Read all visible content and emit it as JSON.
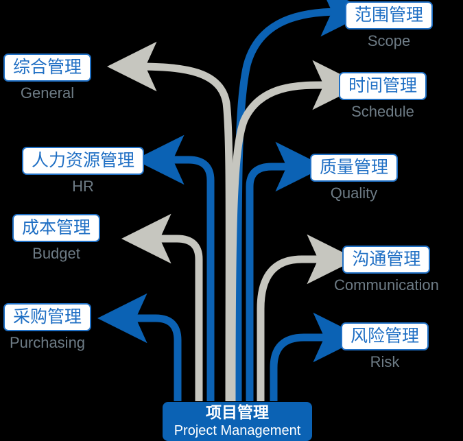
{
  "diagram": {
    "title_cn": "项目管理",
    "title_en": "Project Management",
    "colors": {
      "blue": "#0b62b4",
      "gray": "#c6c6bf",
      "box_border": "#1f6fc4",
      "cn_text": "#1f6fc4",
      "en_text": "#6e7c86",
      "background": "#000000",
      "root_fill": "#0b62b4",
      "root_text": "#ffffff"
    },
    "root": {
      "label_cn": "项目管理",
      "label_en": "Project Management"
    },
    "branches": [
      {
        "id": "scope",
        "label_cn": "范围管理",
        "label_en": "Scope",
        "arrow_color": "#0b62b4",
        "side": "right"
      },
      {
        "id": "general",
        "label_cn": "综合管理",
        "label_en": "General",
        "arrow_color": "#c6c6bf",
        "side": "left"
      },
      {
        "id": "schedule",
        "label_cn": "时间管理",
        "label_en": "Schedule",
        "arrow_color": "#c6c6bf",
        "side": "right"
      },
      {
        "id": "hr",
        "label_cn": "人力资源管理",
        "label_en": "HR",
        "arrow_color": "#0b62b4",
        "side": "left"
      },
      {
        "id": "quality",
        "label_cn": "质量管理",
        "label_en": "Quality",
        "arrow_color": "#0b62b4",
        "side": "right"
      },
      {
        "id": "budget",
        "label_cn": "成本管理",
        "label_en": "Budget",
        "arrow_color": "#c6c6bf",
        "side": "left"
      },
      {
        "id": "communication",
        "label_cn": "沟通管理",
        "label_en": "Communication",
        "arrow_color": "#c6c6bf",
        "side": "right"
      },
      {
        "id": "purchasing",
        "label_cn": "采购管理",
        "label_en": "Purchasing",
        "arrow_color": "#0b62b4",
        "side": "left"
      },
      {
        "id": "risk",
        "label_cn": "风险管理",
        "label_en": "Risk",
        "arrow_color": "#0b62b4",
        "side": "right"
      }
    ]
  },
  "chart_data": {
    "type": "diagram",
    "title": "项目管理 / Project Management",
    "structure": "root-and-branches",
    "root": "项目管理 (Project Management)",
    "nodes": [
      {
        "cn": "范围管理",
        "en": "Scope",
        "color": "blue"
      },
      {
        "cn": "综合管理",
        "en": "General",
        "color": "gray"
      },
      {
        "cn": "时间管理",
        "en": "Schedule",
        "color": "gray"
      },
      {
        "cn": "人力资源管理",
        "en": "HR",
        "color": "blue"
      },
      {
        "cn": "质量管理",
        "en": "Quality",
        "color": "blue"
      },
      {
        "cn": "成本管理",
        "en": "Budget",
        "color": "gray"
      },
      {
        "cn": "沟通管理",
        "en": "Communication",
        "color": "gray"
      },
      {
        "cn": "采购管理",
        "en": "Purchasing",
        "color": "blue"
      },
      {
        "cn": "风险管理",
        "en": "Risk",
        "color": "blue"
      }
    ]
  }
}
